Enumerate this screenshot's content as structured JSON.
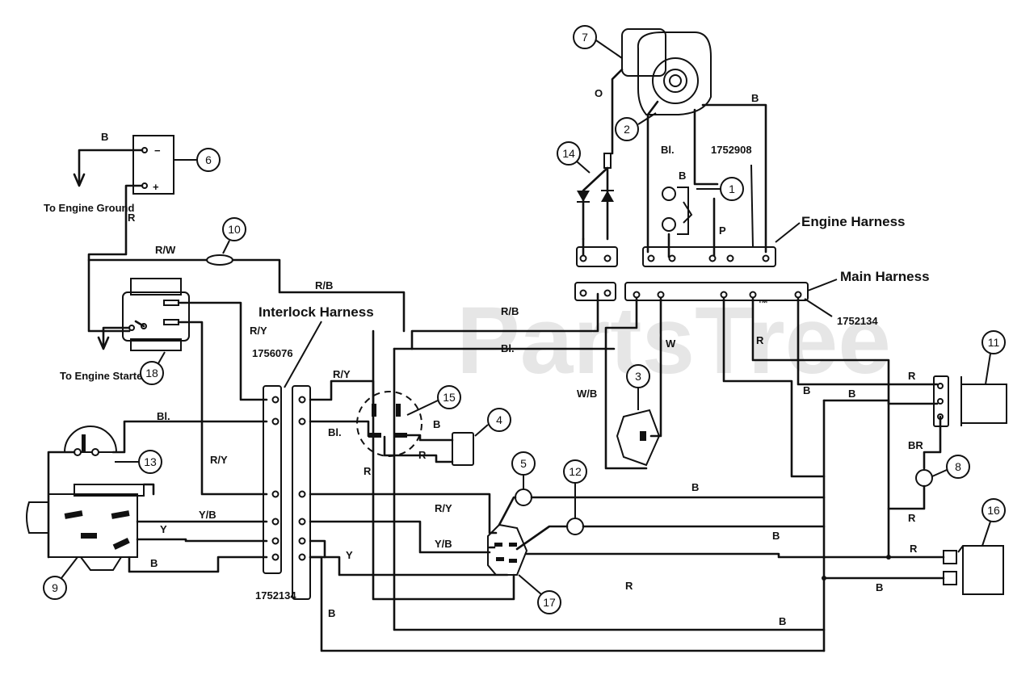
{
  "watermark": "PartsTree",
  "watermark_mark": "™",
  "harness_labels": {
    "engine": "Engine Harness",
    "main": "Main Harness",
    "interlock": "Interlock Harness"
  },
  "part_numbers": {
    "engine_harness": "1752908",
    "main_harness_top": "1752134",
    "main_harness_bottom": "1752134",
    "interlock_harness": "1756076"
  },
  "notes": {
    "engine_ground": "To Engine Ground",
    "engine_starter": "To Engine Starter"
  },
  "wire_labels": [
    {
      "id": "w-b-battery",
      "text": "B"
    },
    {
      "id": "w-r-battery",
      "text": "R"
    },
    {
      "id": "w-rw",
      "text": "R/W"
    },
    {
      "id": "w-rb-top",
      "text": "R/B"
    },
    {
      "id": "w-ry-solenoid",
      "text": "R/Y"
    },
    {
      "id": "w-rb-interlock",
      "text": "R/B"
    },
    {
      "id": "w-bl-interlock",
      "text": "Bl."
    },
    {
      "id": "w-ry-15",
      "text": "R/Y"
    },
    {
      "id": "w-bl-15",
      "text": "Bl."
    },
    {
      "id": "w-b-4",
      "text": "B"
    },
    {
      "id": "w-r-4",
      "text": "R"
    },
    {
      "id": "w-r-15",
      "text": "R"
    },
    {
      "id": "w-bl-13",
      "text": "Bl."
    },
    {
      "id": "w-ry-left",
      "text": "R/Y"
    },
    {
      "id": "w-yb-left",
      "text": "Y/B"
    },
    {
      "id": "w-y-left",
      "text": "Y"
    },
    {
      "id": "w-b-left",
      "text": "B"
    },
    {
      "id": "w-ry-17",
      "text": "R/Y"
    },
    {
      "id": "w-yb-17",
      "text": "Y/B"
    },
    {
      "id": "w-y-17",
      "text": "Y"
    },
    {
      "id": "w-b-bottom",
      "text": "B"
    },
    {
      "id": "w-b-5",
      "text": "B"
    },
    {
      "id": "w-b-12",
      "text": "B"
    },
    {
      "id": "w-r-17",
      "text": "R"
    },
    {
      "id": "w-b-low",
      "text": "B"
    },
    {
      "id": "w-o-engine",
      "text": "O"
    },
    {
      "id": "w-bl-engine",
      "text": "Bl."
    },
    {
      "id": "w-b-engine-top",
      "text": "B"
    },
    {
      "id": "w-b-lamp",
      "text": "B"
    },
    {
      "id": "w-p",
      "text": "P"
    },
    {
      "id": "w-w",
      "text": "W"
    },
    {
      "id": "w-wb",
      "text": "W/B"
    },
    {
      "id": "w-r-main",
      "text": "R"
    },
    {
      "id": "w-b-main",
      "text": "B"
    },
    {
      "id": "w-b-main2",
      "text": "B"
    },
    {
      "id": "w-r-11",
      "text": "R"
    },
    {
      "id": "w-br",
      "text": "BR"
    },
    {
      "id": "w-r-8",
      "text": "R"
    },
    {
      "id": "w-r-16",
      "text": "R"
    },
    {
      "id": "w-b-16",
      "text": "B"
    }
  ],
  "callouts": [
    "1",
    "2",
    "3",
    "4",
    "5",
    "6",
    "7",
    "8",
    "9",
    "10",
    "11",
    "12",
    "13",
    "14",
    "15",
    "16",
    "17",
    "18"
  ],
  "battery_terminals": {
    "neg": "−",
    "pos": "+"
  }
}
